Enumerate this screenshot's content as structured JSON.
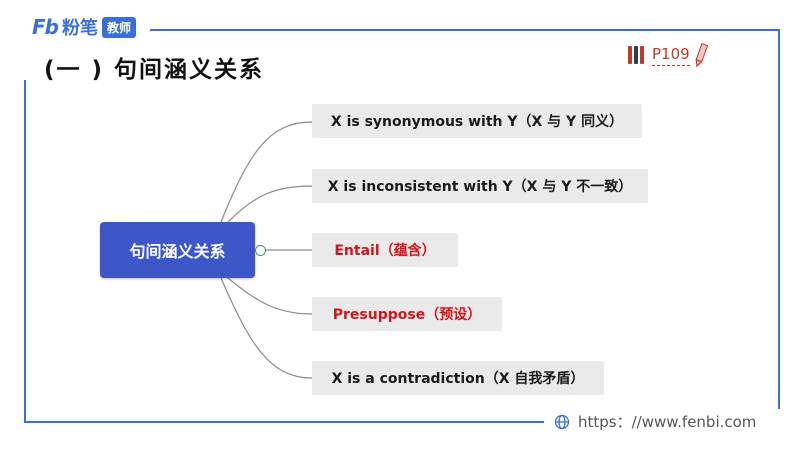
{
  "header": {
    "logo_mark": "Fb",
    "logo_name": "粉笔",
    "logo_badge": "教师",
    "section_title": "(一 ) 句间涵义关系",
    "page_ref": "P109"
  },
  "mindmap": {
    "center": "句间涵义关系",
    "branches": [
      {
        "label": "X is synonymous with Y（X 与 Y 同义）",
        "emphasis": false
      },
      {
        "label": "X is inconsistent with Y（X 与 Y 不一致）",
        "emphasis": false
      },
      {
        "label": "Entail（蕴含）",
        "emphasis": true
      },
      {
        "label": "Presuppose（预设）",
        "emphasis": true
      },
      {
        "label": "X is a contradiction（X 自我矛盾）",
        "emphasis": false
      }
    ]
  },
  "footer": {
    "url": "https：//www.fenbi.com"
  },
  "colors": {
    "brand": "#3b6fd8",
    "center_node": "#3d57c9",
    "emphasis_text": "#d0161c",
    "branch_bg": "#eaeaea"
  }
}
